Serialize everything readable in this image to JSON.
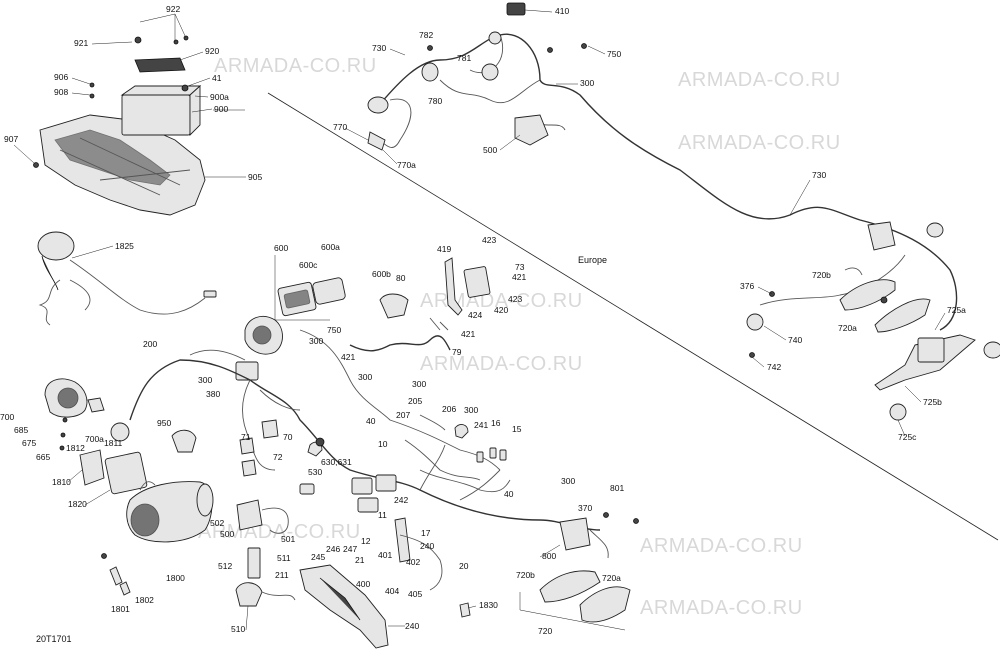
{
  "drawing_code": "20T1701",
  "region_note": "Europe",
  "watermark_text": "ARMADA-CO.RU",
  "callouts": {
    "c922": "922",
    "c921": "921",
    "c920": "920",
    "c906": "906",
    "c908": "908",
    "c41": "41",
    "c900a": "900a",
    "c900": "900",
    "c907": "907",
    "c905": "905",
    "c730_top": "730",
    "c782": "782",
    "c781": "781",
    "c780": "780",
    "c770": "770",
    "c770a": "770a",
    "c410": "410",
    "c750_top": "750",
    "c300_top": "300",
    "c500": "500",
    "c1825": "1825",
    "c600": "600",
    "c600a": "600a",
    "c600c": "600c",
    "c600b": "600b",
    "c80": "80",
    "c419": "419",
    "c423a": "423",
    "c73": "73",
    "c421a": "421",
    "c423b": "423",
    "c424": "424",
    "c420": "420",
    "c421b": "421",
    "c79": "79",
    "c750_mid": "750",
    "c300a": "300",
    "c421c": "421",
    "c300b": "300",
    "c300c": "300",
    "c200": "200",
    "c300d": "300",
    "c380": "380",
    "c40": "40",
    "c205": "205",
    "c207": "207",
    "c206": "206",
    "c300e": "300",
    "c241": "241",
    "c16": "16",
    "c15": "15",
    "c10": "10",
    "c40b": "40",
    "c700": "700",
    "c685": "685",
    "c675": "675",
    "c665": "665",
    "c700a": "700a",
    "c1811": "1811",
    "c1812": "1812",
    "c1810": "1810",
    "c950": "950",
    "c71": "71",
    "c70": "70",
    "c72": "72",
    "c530": "530",
    "c630": "630,631",
    "c1820": "1820",
    "c502": "502",
    "c500b": "500",
    "c501": "501",
    "c512": "512",
    "c511": "511",
    "c211": "211",
    "c510": "510",
    "c1800": "1800",
    "c1801": "1801",
    "c1802": "1802",
    "c242": "242",
    "c11": "11",
    "c12": "12",
    "c17": "17",
    "c246": "246",
    "c247": "247",
    "c245": "245",
    "c21": "21",
    "c401": "401",
    "c240a": "240",
    "c402": "402",
    "c20": "20",
    "c400": "400",
    "c404": "404",
    "c405": "405",
    "c1830": "1830",
    "c240b": "240",
    "c300f": "300",
    "c370": "370",
    "c801": "801",
    "c800": "800",
    "c720b": "720b",
    "c720a": "720a",
    "c720": "720",
    "c730_right": "730",
    "c376": "376",
    "c720b_r": "720b",
    "c740": "740",
    "c720a_r": "720a",
    "c725a": "725a",
    "c742": "742",
    "c725b": "725b",
    "c725c": "725c"
  }
}
